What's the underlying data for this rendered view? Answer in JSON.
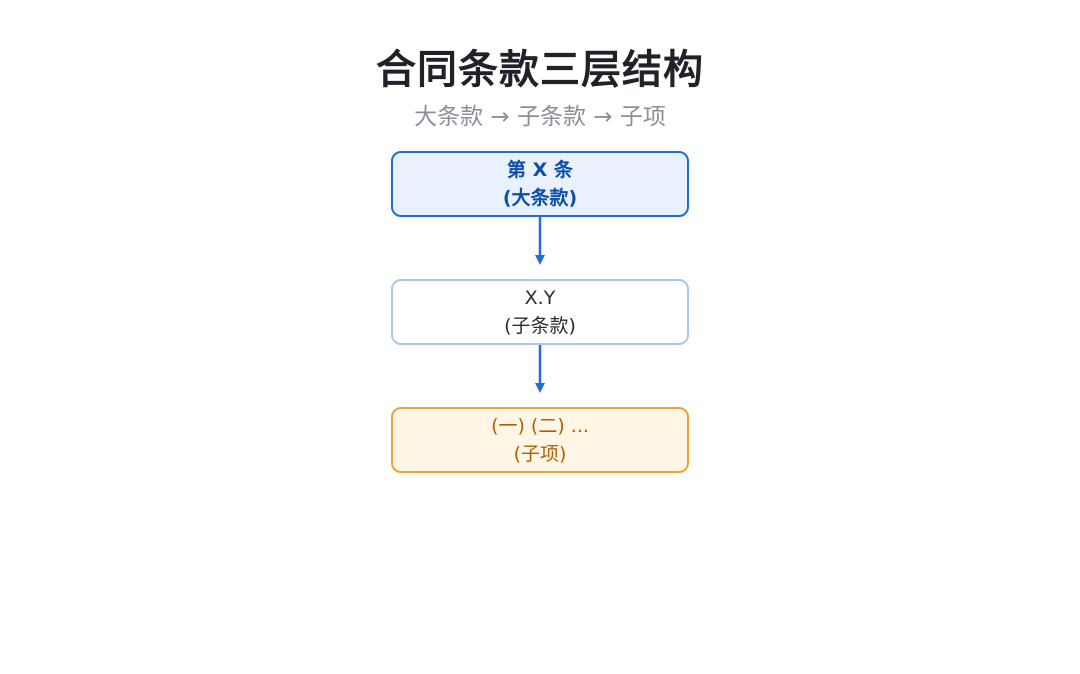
{
  "diagram": {
    "title": "合同条款三层结构",
    "subtitle": "大条款 → 子条款 → 子项",
    "nodes": [
      {
        "line1": "第 X 条",
        "line2": "(大条款)"
      },
      {
        "line1": "X.Y",
        "line2": "(子条款)"
      },
      {
        "line1": "(一) (二) ...",
        "line2": "(子项)"
      }
    ],
    "colors": {
      "accent": "#1f6fd1",
      "level1_fill": "#e8f1fd",
      "level2_border": "#a9c7f0",
      "level3_border": "#f0a23a",
      "level3_fill": "#fff6e6"
    }
  }
}
